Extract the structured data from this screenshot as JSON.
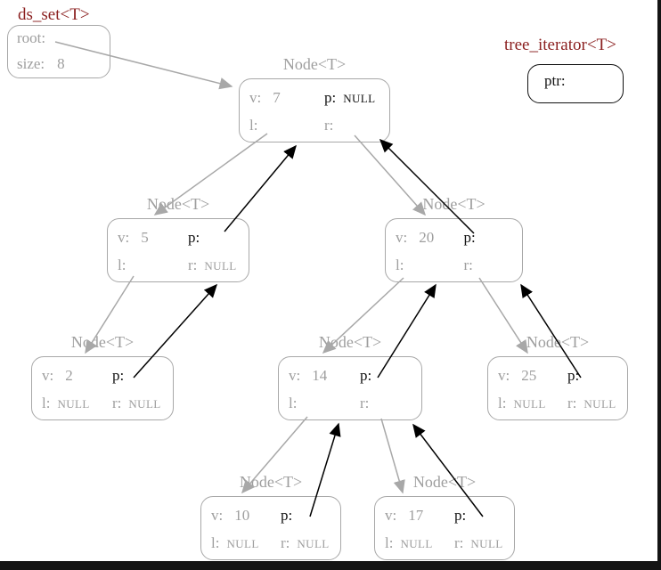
{
  "set_box": {
    "title": "ds_set<T>",
    "root_label": "root:",
    "size_label": "size:",
    "size_value": "8"
  },
  "iterator_box": {
    "title": "tree_iterator<T>",
    "ptr_label": "ptr:"
  },
  "node_type_label": "Node<T>",
  "field_labels": {
    "v": "v:",
    "p": "p:",
    "l": "l:",
    "r": "r:"
  },
  "nodes": [
    {
      "name": "node-7",
      "v": "7",
      "p": "NULL",
      "l": "",
      "r": ""
    },
    {
      "name": "node-5",
      "v": "5",
      "p": "",
      "l": "",
      "r": "NULL"
    },
    {
      "name": "node-20",
      "v": "20",
      "p": "",
      "l": "",
      "r": ""
    },
    {
      "name": "node-2",
      "v": "2",
      "p": "",
      "l": "NULL",
      "r": "NULL"
    },
    {
      "name": "node-14",
      "v": "14",
      "p": "",
      "l": "",
      "r": ""
    },
    {
      "name": "node-25",
      "v": "25",
      "p": "",
      "l": "NULL",
      "r": "NULL"
    },
    {
      "name": "node-10",
      "v": "10",
      "p": "",
      "l": "NULL",
      "r": "NULL"
    },
    {
      "name": "node-17",
      "v": "17",
      "p": "",
      "l": "NULL",
      "r": "NULL"
    }
  ],
  "colors": {
    "type_title": "#8b2020",
    "node_gray": "#9e9e9e",
    "pointer_black": "#111111",
    "child_arrow": "#a8a8a8",
    "parent_arrow": "#000000",
    "frame": "#141414"
  }
}
